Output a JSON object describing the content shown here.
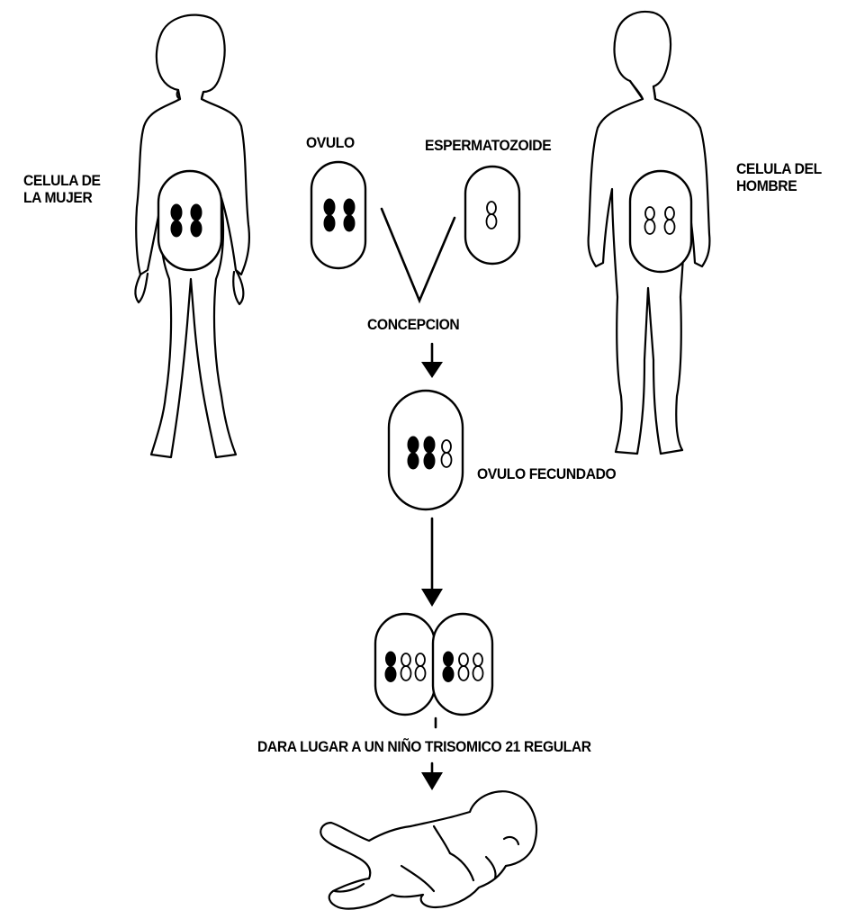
{
  "labels": {
    "woman_cell": [
      "CELULA DE",
      "LA MUJER"
    ],
    "man_cell": [
      "CELULA DEL",
      "HOMBRE"
    ],
    "ovum": "OVULO",
    "sperm": "ESPERMATOZOIDE",
    "conception": "CONCEPCION",
    "fertilized_ovum": "OVULO FECUNDADO",
    "result": "DARA LUGAR A UN NIÑO TRISOMICO 21 REGULAR"
  },
  "cells": {
    "woman": {
      "dark_chromosomes": 2,
      "open_chromosomes": 0
    },
    "ovum": {
      "dark_chromosomes": 2,
      "open_chromosomes": 0
    },
    "sperm": {
      "dark_chromosomes": 0,
      "open_chromosomes": 1
    },
    "man": {
      "dark_chromosomes": 0,
      "open_chromosomes": 2
    },
    "fertilized_ovum": {
      "dark_chromosomes": 2,
      "open_chromosomes": 1
    },
    "division_left": {
      "dark_chromosomes": 1,
      "open_chromosomes": 2
    },
    "division_right": {
      "dark_chromosomes": 1,
      "open_chromosomes": 2
    }
  },
  "colors": {
    "ink": "#000000",
    "paper": "#ffffff"
  }
}
